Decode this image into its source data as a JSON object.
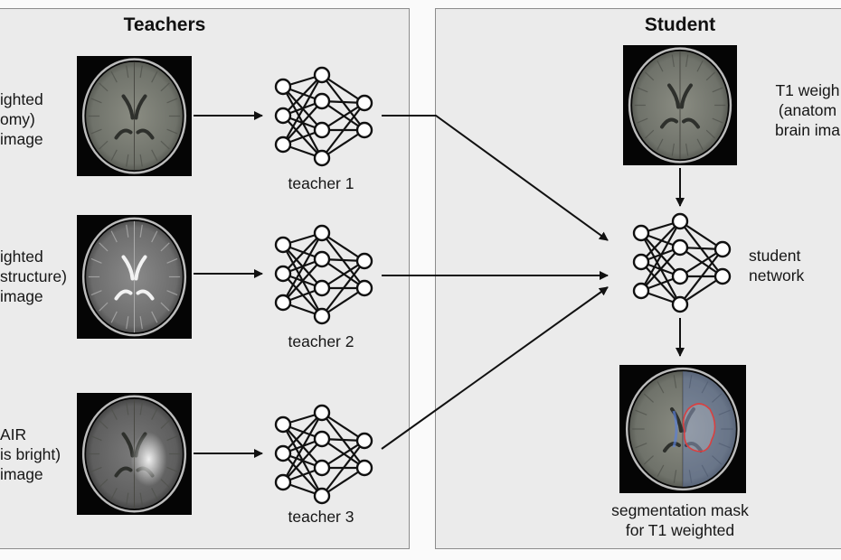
{
  "teachers_panel": {
    "title": "Teachers",
    "rows": [
      {
        "label_lines": [
          "ighted",
          "omy)",
          "image"
        ],
        "network_label": "teacher 1",
        "image_type": "t1"
      },
      {
        "label_lines": [
          "ighted",
          "structure)",
          "image"
        ],
        "network_label": "teacher 2",
        "image_type": "t2"
      },
      {
        "label_lines": [
          "AIR",
          "is bright)",
          "image"
        ],
        "network_label": "teacher 3",
        "image_type": "flair"
      }
    ]
  },
  "student_panel": {
    "title": "Student",
    "input_label_lines": [
      "T1 weigh",
      "(anatom",
      "brain ima"
    ],
    "network_label_lines": [
      "student",
      "network"
    ],
    "output_label_lines": [
      "segmentation mask",
      "for T1 weighted"
    ]
  },
  "colors": {
    "panel_bg": "#ebebeb",
    "border": "#8c8c8c",
    "lesion_outline": "#d94040",
    "mask_overlay": "#5a7fd6"
  }
}
